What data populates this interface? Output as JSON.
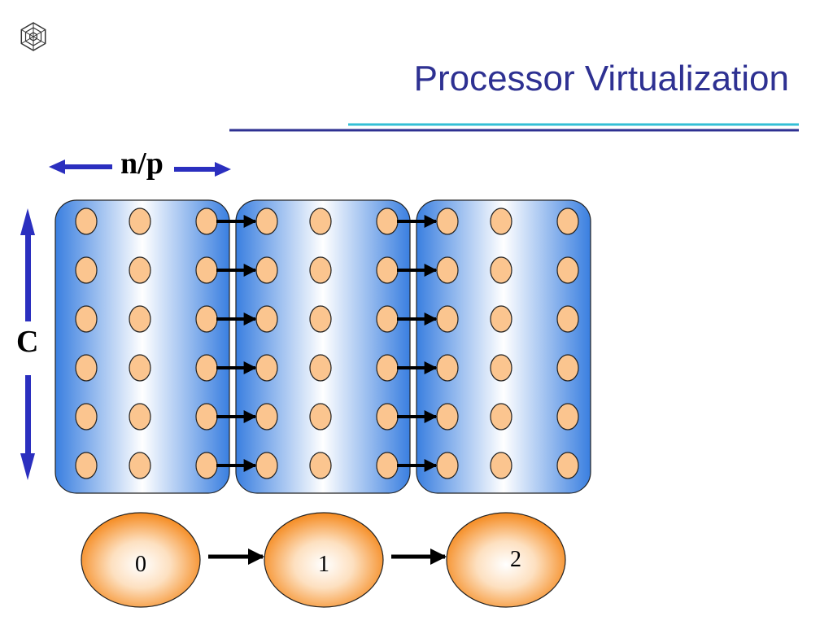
{
  "slide": {
    "title": "Processor Virtualization",
    "logo_icon": "snowflake-logo-icon"
  },
  "diagram": {
    "width_label": "n/p",
    "height_label": "C",
    "blocks_count": 3,
    "rows_per_block": 6,
    "cols_per_block": 3,
    "processors": [
      {
        "label": "0"
      },
      {
        "label": "1"
      },
      {
        "label": "2"
      }
    ]
  },
  "colors": {
    "title": "#2e3192",
    "underline_dark": "#2e3192",
    "underline_light": "#33bfd6",
    "block_blue": "#3a7fe0",
    "block_light": "#ffffff",
    "node_fill": "#fbc58f",
    "node_stroke": "#222222",
    "processor_orange": "#f58a1f",
    "arrow_blue": "#2b2fbf",
    "arrow_black": "#000000"
  }
}
